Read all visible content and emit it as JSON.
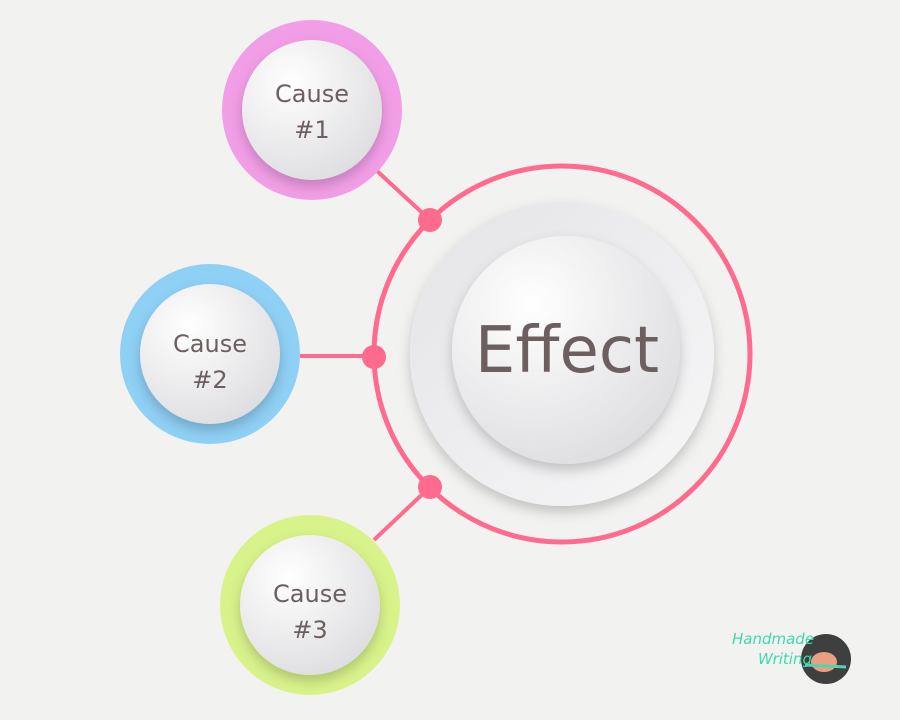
{
  "effect": {
    "label": "Effect",
    "ring_color": "#ff6b8e"
  },
  "causes": [
    {
      "line1": "Cause",
      "line2": "#1",
      "color": "#f29ee7"
    },
    {
      "line1": "Cause",
      "line2": "#2",
      "color": "#8fd0f5"
    },
    {
      "line1": "Cause",
      "line2": "#3",
      "color": "#d9f38b"
    }
  ],
  "logo": {
    "text_line1": "Handmade",
    "text_line2": "Writing"
  }
}
